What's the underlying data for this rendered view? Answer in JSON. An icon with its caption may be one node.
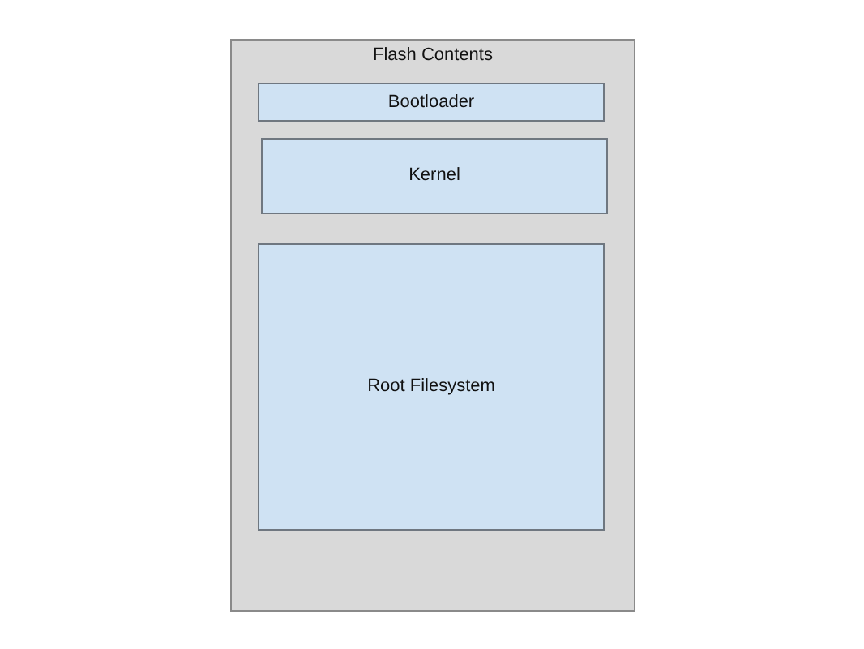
{
  "diagram": {
    "nodes": [
      {
        "text": [
          "Flash Contents"
        ]
      },
      {
        "text": [
          "Bootloader"
        ],
        "in": 0
      },
      {
        "text": [
          "Kernel"
        ],
        "in": 0
      },
      {
        "text": [
          "Root Filesystem"
        ],
        "in": 0
      }
    ]
  }
}
